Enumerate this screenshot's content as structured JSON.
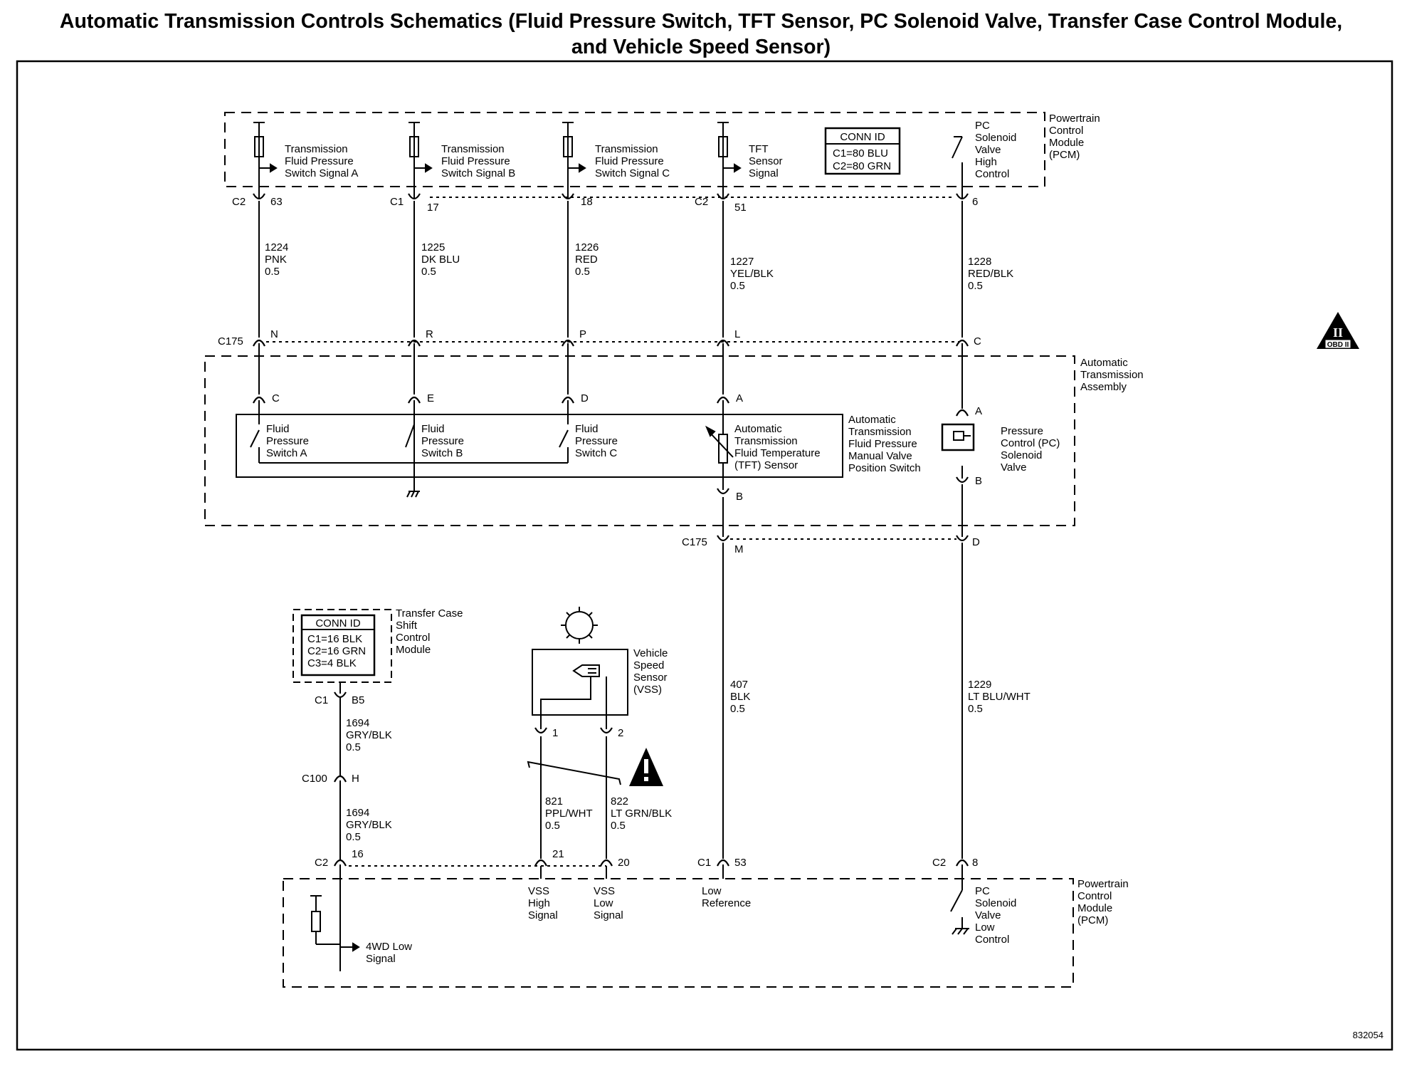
{
  "title": {
    "line1": "Automatic Transmission Controls Schematics (Fluid Pressure Switch, TFT Sensor, PC Solenoid Valve, Transfer Case Control Module,",
    "line2": "and Vehicle Speed Sensor)"
  },
  "pcm_top": {
    "label": [
      "Powertrain",
      "Control",
      "Module",
      "(PCM)"
    ],
    "conn_id": {
      "title": "CONN ID",
      "lines": [
        "C1=80 BLU",
        "C2=80 GRN"
      ]
    },
    "signals": [
      [
        "Transmission",
        "Fluid Pressure",
        "Switch Signal A"
      ],
      [
        "Transmission",
        "Fluid Pressure",
        "Switch Signal B"
      ],
      [
        "Transmission",
        "Fluid Pressure",
        "Switch Signal C"
      ],
      [
        "TFT",
        "Sensor",
        "Signal"
      ],
      [
        "PC",
        "Solenoid",
        "Valve",
        "High",
        "Control"
      ]
    ],
    "connectors": [
      {
        "conn": "C2",
        "pin": "63"
      },
      {
        "conn": "C1",
        "pin": "17"
      },
      {
        "conn": "",
        "pin": "18"
      },
      {
        "conn": "C2",
        "pin": "51"
      },
      {
        "conn": "",
        "pin": "6"
      }
    ]
  },
  "wires_upper": [
    {
      "circuit": "1224",
      "color": "PNK",
      "gauge": "0.5"
    },
    {
      "circuit": "1225",
      "color": "DK BLU",
      "gauge": "0.5"
    },
    {
      "circuit": "1226",
      "color": "RED",
      "gauge": "0.5"
    },
    {
      "circuit": "1227",
      "color": "YEL/BLK",
      "gauge": "0.5"
    },
    {
      "circuit": "1228",
      "color": "RED/BLK",
      "gauge": "0.5"
    }
  ],
  "c175_top": {
    "name": "C175",
    "pins": [
      "N",
      "R",
      "P",
      "L",
      "C"
    ]
  },
  "trans_assembly": {
    "label": [
      "Automatic",
      "Transmission",
      "Assembly"
    ],
    "pins_top": [
      "C",
      "E",
      "D",
      "A",
      "A"
    ],
    "pins_bottom": [
      "B",
      "B"
    ],
    "switches": [
      [
        "Fluid",
        "Pressure",
        "Switch A"
      ],
      [
        "Fluid",
        "Pressure",
        "Switch B"
      ],
      [
        "Fluid",
        "Pressure",
        "Switch C"
      ]
    ],
    "tft": [
      "Automatic",
      "Transmission",
      "Fluid Temperature",
      "(TFT) Sensor"
    ],
    "manual_valve": [
      "Automatic",
      "Transmission",
      "Fluid Pressure",
      "Manual Valve",
      "Position Switch"
    ],
    "pc_valve": [
      "Pressure",
      "Control (PC)",
      "Solenoid",
      "Valve"
    ]
  },
  "c175_bottom": {
    "name": "C175",
    "pins": [
      "M",
      "D"
    ]
  },
  "wires_lower": [
    {
      "circuit": "407",
      "color": "BLK",
      "gauge": "0.5"
    },
    {
      "circuit": "1229",
      "color": "LT BLU/WHT",
      "gauge": "0.5"
    }
  ],
  "tccm": {
    "label": [
      "Transfer Case",
      "Shift",
      "Control",
      "Module"
    ],
    "conn_id": {
      "title": "CONN ID",
      "lines": [
        "C1=16 BLK",
        "C2=16 GRN",
        "C3=4 BLK"
      ]
    },
    "connector": {
      "conn": "C1",
      "pin": "B5"
    }
  },
  "wire_1694_a": {
    "circuit": "1694",
    "color": "GRY/BLK",
    "gauge": "0.5"
  },
  "c100": {
    "name": "C100",
    "pin": "H"
  },
  "wire_1694_b": {
    "circuit": "1694",
    "color": "GRY/BLK",
    "gauge": "0.5"
  },
  "vss": {
    "label": [
      "Vehicle",
      "Speed",
      "Sensor",
      "(VSS)"
    ],
    "pins": [
      "1",
      "2"
    ]
  },
  "wire_821": {
    "circuit": "821",
    "color": "PPL/WHT",
    "gauge": "0.5"
  },
  "wire_822": {
    "circuit": "822",
    "color": "LT GRN/BLK",
    "gauge": "0.5"
  },
  "pcm_bottom": {
    "label": [
      "Powertrain",
      "Control",
      "Module",
      "(PCM)"
    ],
    "connectors": [
      {
        "conn": "C2",
        "pin": "16"
      },
      {
        "conn": "",
        "pin": "21"
      },
      {
        "conn": "",
        "pin": "20"
      },
      {
        "conn": "C1",
        "pin": "53"
      },
      {
        "conn": "C2",
        "pin": "8"
      }
    ],
    "signals": [
      [
        "4WD Low",
        "Signal"
      ],
      [
        "VSS",
        "High",
        "Signal"
      ],
      [
        "VSS",
        "Low",
        "Signal"
      ],
      [
        "Low",
        "Reference"
      ],
      [
        "PC",
        "Solenoid",
        "Valve",
        "Low",
        "Control"
      ]
    ]
  },
  "obd_badge": {
    "numeral": "II",
    "text": "OBD II"
  },
  "figure_number": "832054"
}
